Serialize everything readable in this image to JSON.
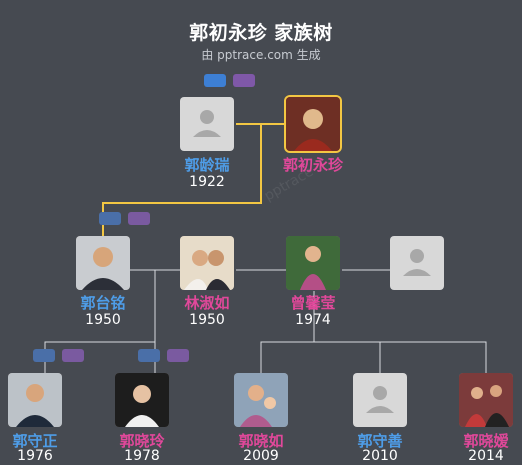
{
  "header": {
    "title": "郭初永珍 家族树",
    "subtitle": "由 pptrace.com 生成"
  },
  "watermark": "pptrace",
  "colors": {
    "background": "#464a51",
    "male": "#4e9de8",
    "female": "#e0489a",
    "selected_border": "#f3c743",
    "connector": "#d8dbe0"
  },
  "people": [
    {
      "name": "郭龄瑞",
      "year": "1922",
      "gender": "male",
      "photo": "placeholder"
    },
    {
      "name": "郭初永珍",
      "year": "",
      "gender": "female",
      "photo": "photo",
      "selected": true
    },
    {
      "name": "郭台铭",
      "year": "1950",
      "gender": "male",
      "photo": "photo"
    },
    {
      "name": "林淑如",
      "year": "1950",
      "gender": "female",
      "photo": "photo"
    },
    {
      "name": "曾馨莹",
      "year": "1974",
      "gender": "female",
      "photo": "photo"
    },
    {
      "name": "",
      "year": "",
      "gender": "male",
      "photo": "placeholder"
    },
    {
      "name": "郭守正",
      "year": "1976",
      "gender": "male",
      "photo": "photo"
    },
    {
      "name": "郭晓玲",
      "year": "1978",
      "gender": "female",
      "photo": "photo"
    },
    {
      "name": "郭晓如",
      "year": "2009",
      "gender": "female",
      "photo": "photo"
    },
    {
      "name": "郭守善",
      "year": "2010",
      "gender": "male",
      "photo": "placeholder"
    },
    {
      "name": "郭晓嫒",
      "year": "2014",
      "gender": "female",
      "photo": "photo"
    }
  ]
}
